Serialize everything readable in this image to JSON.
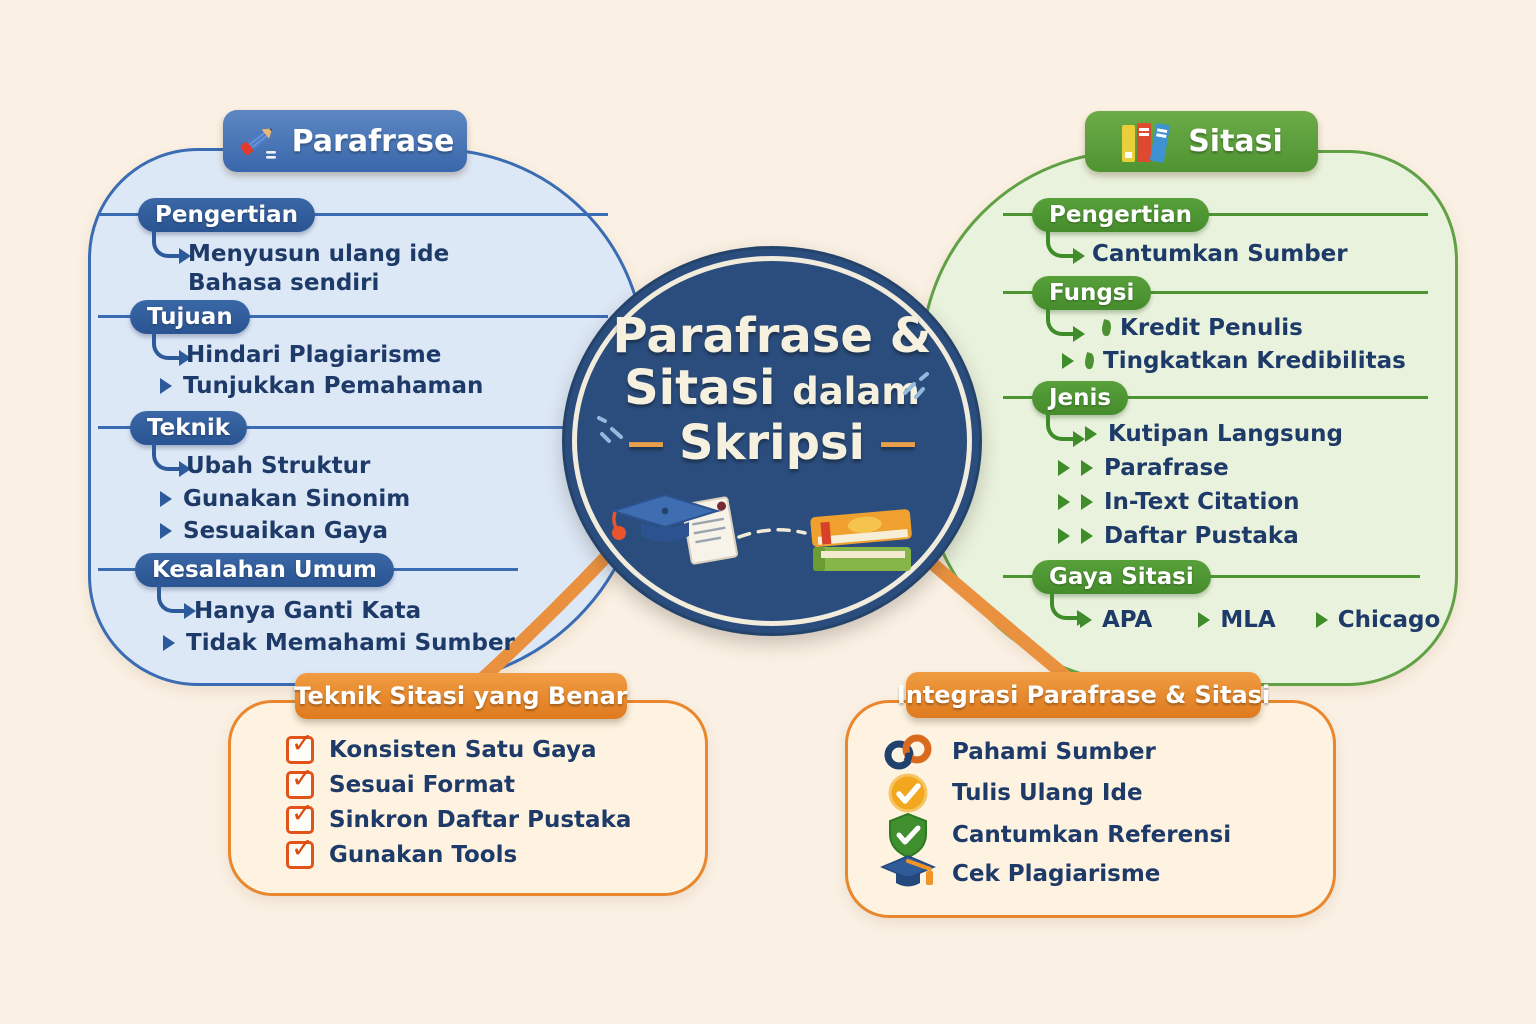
{
  "center": {
    "title_line1": "Parafrase &",
    "title_line2_main": "Sitasi",
    "title_line2_rest": "dalam",
    "title_line3": "Skripsi",
    "dash": "—"
  },
  "parafrase_panel": {
    "header": "Parafrase",
    "sections": [
      {
        "label": "Pengertian",
        "items": [
          "Menyusun ulang ide",
          "Bahasa sendiri"
        ]
      },
      {
        "label": "Tujuan",
        "items": [
          "Hindari Plagiarisme",
          "Tunjukkan Pemahaman"
        ]
      },
      {
        "label": "Teknik",
        "items": [
          "Ubah Struktur",
          "Gunakan Sinonim",
          "Sesuaikan Gaya"
        ]
      },
      {
        "label": "Kesalahan Umum",
        "items": [
          "Hanya Ganti Kata",
          "Tidak Memahami Sumber"
        ]
      }
    ]
  },
  "sitasi_panel": {
    "header": "Sitasi",
    "sections": [
      {
        "label": "Pengertian",
        "items": [
          "Cantumkan Sumber"
        ]
      },
      {
        "label": "Fungsi",
        "items": [
          "Kredit Penulis",
          "Tingkatkan Kredibilitas"
        ]
      },
      {
        "label": "Jenis",
        "items": [
          "Kutipan Langsung",
          "Parafrase",
          "In-Text Citation",
          "Daftar Pustaka"
        ]
      },
      {
        "label": "Gaya Sitasi",
        "items": [
          "APA",
          "MLA",
          "Chicago"
        ]
      }
    ]
  },
  "teknik_panel": {
    "header": "Teknik Sitasi yang Benar",
    "items": [
      "Konsisten Satu Gaya",
      "Sesuai Format",
      "Sinkron Daftar Pustaka",
      "Gunakan Tools"
    ]
  },
  "integrasi_panel": {
    "header": "Integrasi Parafrase & Sitasi",
    "items": [
      {
        "icon": "link-icon",
        "text": "Pahami Sumber"
      },
      {
        "icon": "check-circle-icon",
        "text": "Tulis Ulang Ide"
      },
      {
        "icon": "shield-check-icon",
        "text": "Cantumkan Referensi"
      },
      {
        "icon": "graduation-cap-icon",
        "text": "Cek Plagiarisme"
      }
    ]
  },
  "colors": {
    "background": "#faf0e3",
    "blue_panel_fill": "#dde8f6",
    "blue_border": "#3a6cb4",
    "blue_badge": "#2d5a9b",
    "green_panel_fill": "#e9f2dc",
    "green_border": "#5fa144",
    "green_badge": "#4f9432",
    "orange_accent": "#e8872e",
    "circle_navy": "#2b4d7d",
    "navy_text": "#1d3a69",
    "cream_text": "#f6f0de"
  }
}
